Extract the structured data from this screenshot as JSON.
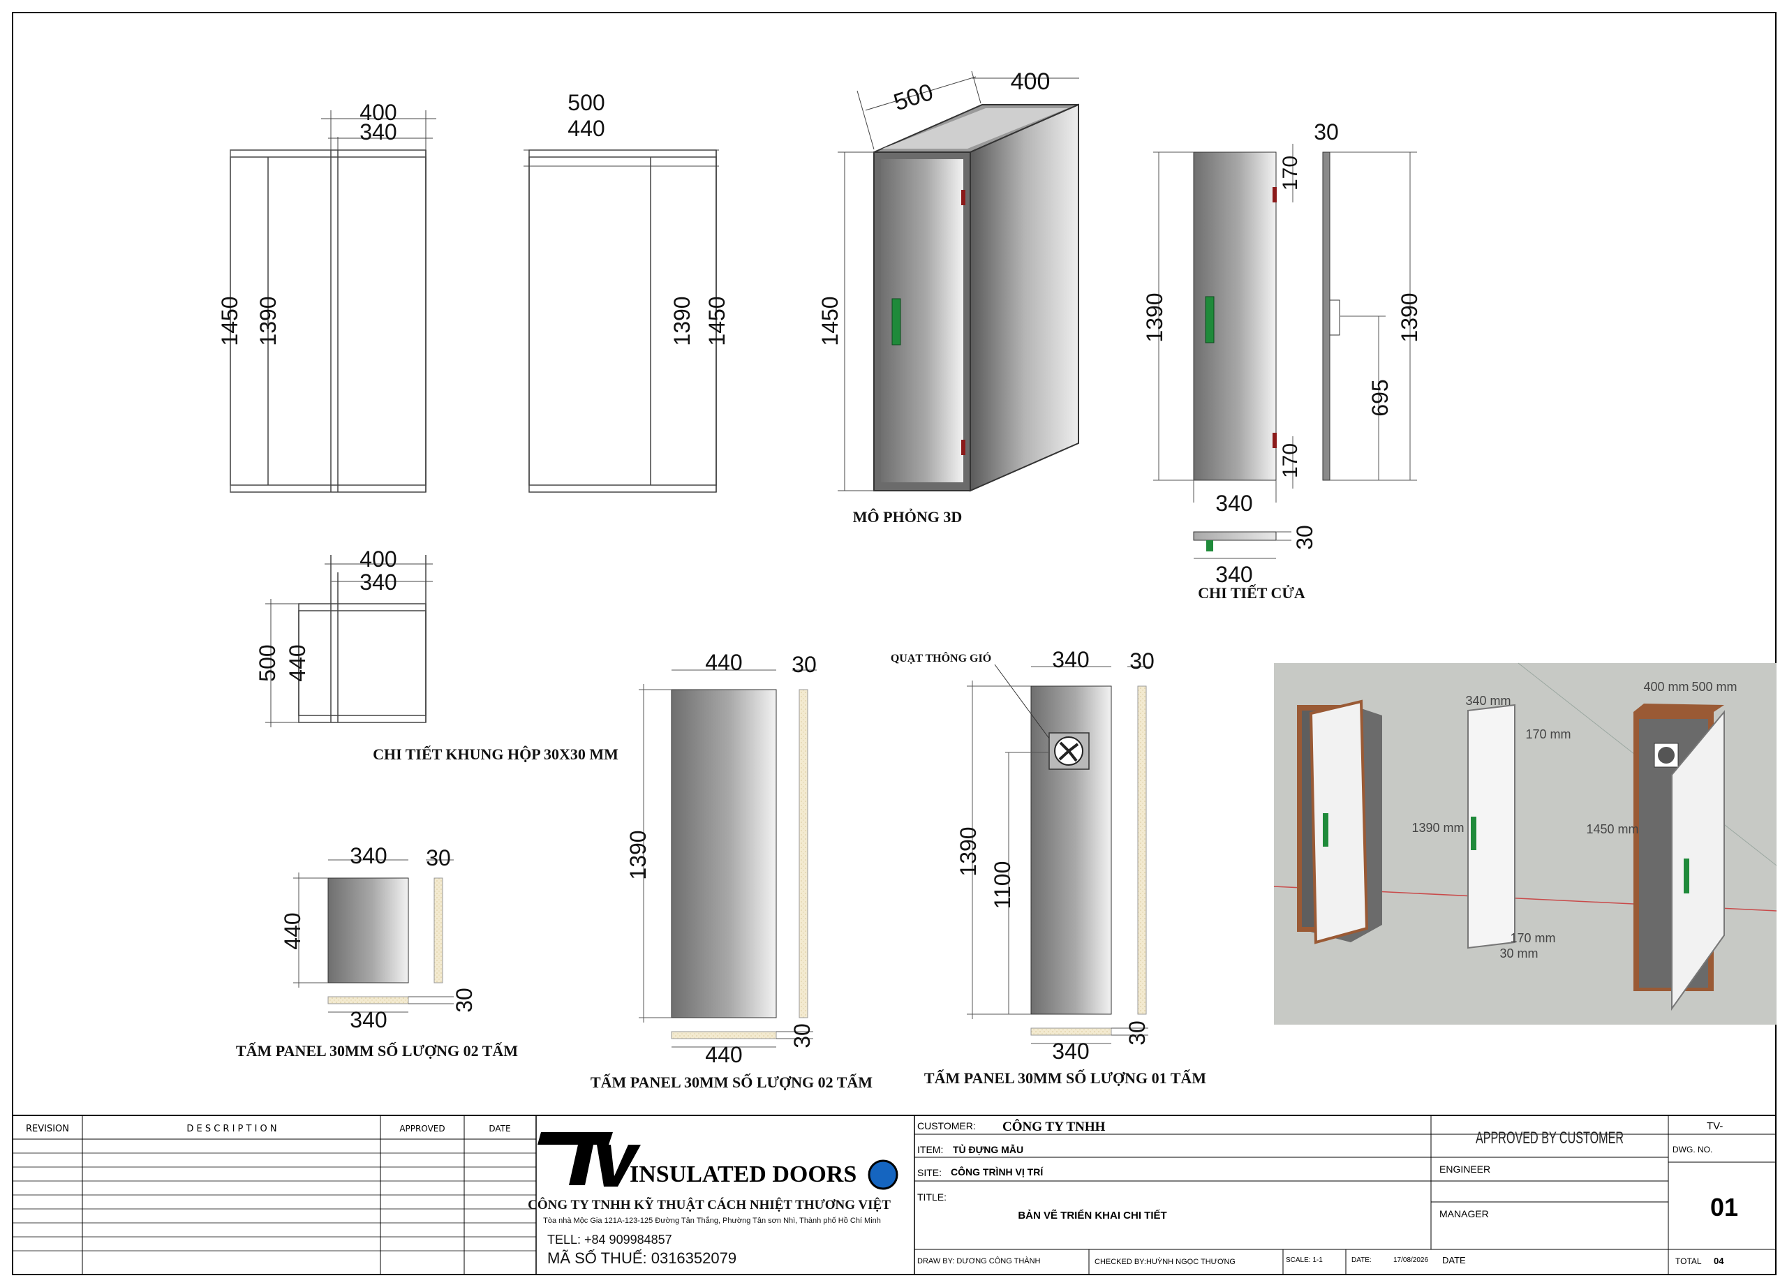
{
  "views": {
    "frame_front": {
      "w_outer": "400",
      "w_inner": "340",
      "h_outer": "1450",
      "h_inner": "1390"
    },
    "frame_side": {
      "w_outer": "500",
      "w_inner": "440",
      "h_inner": "1390",
      "h_outer": "1450"
    },
    "sim3d": {
      "depth": "500",
      "width": "400",
      "height": "1450",
      "caption": "MÔ PHỎNG 3D"
    },
    "door": {
      "thk": "30",
      "top": "170",
      "h": "1390",
      "mid": "695",
      "bottom": "170",
      "h2": "1390",
      "w": "340",
      "plan_thk": "30",
      "plan_w": "340",
      "caption": "CHI TIẾT CỬA"
    },
    "box_top": {
      "w_outer": "400",
      "w_inner": "340",
      "d_outer": "500",
      "d_inner": "440",
      "caption": "CHI TIẾT KHUNG HỘP 30X30 MM"
    },
    "panel_small": {
      "w": "340",
      "thk": "30",
      "h": "440",
      "plan_w": "340",
      "plan_thk": "30",
      "caption": "TẤM PANEL 30MM SỐ LƯỢNG 02 TẤM"
    },
    "panel_side": {
      "w": "440",
      "thk": "30",
      "h": "1390",
      "plan_w": "440",
      "plan_thk": "30",
      "caption": "TẤM PANEL 30MM SỐ LƯỢNG 02 TẤM"
    },
    "panel_back": {
      "w": "340",
      "thk": "30",
      "h": "1390",
      "fan_h": "1100",
      "plan_w": "340",
      "plan_thk": "30",
      "fan_label": "QUẠT THÔNG GIÓ",
      "caption": "TẤM PANEL 30MM SỐ LƯỢNG 01 TẤM"
    },
    "render": {
      "d1": "340 mm",
      "d2": "170 mm",
      "d3": "1390 mm",
      "d4": "170 mm",
      "d5": "30 mm",
      "d6": "400 mm",
      "d7": "500 mm",
      "d8": "1450 mm"
    }
  },
  "title_block": {
    "revision_header": "REVISION",
    "description_header": "D E S C R I P T I O N",
    "approved_header": "APPROVED",
    "date_header": "DATE",
    "logo_text": "INSULATED DOORS",
    "company": "CÔNG TY TNHH KỸ THUẬT CÁCH NHIỆT THƯƠNG VIỆT",
    "address": "Tòa nhà Mộc Gia 121A-123-125 Đường Tân Thắng, Phường Tân sơn Nhì, Thành phố Hồ Chí Minh",
    "tel": "TELL: +84 909984857",
    "tax": "MÃ SỐ THUẾ: 0316352079",
    "customer_label": "CUSTOMER:",
    "customer_value": "CÔNG TY TNHH",
    "item_label": "ITEM:",
    "item_value": "TỦ ĐỰNG MẪU",
    "site_label": "SITE:",
    "site_value": "CÔNG TRÌNH VỊ TRÍ",
    "title_label": "TITLE:",
    "title_value": "BẢN VẼ  TRIỂN KHAI CHI TIẾT",
    "draw_by": "DRAW BY: DƯƠNG CÔNG THÀNH",
    "checked_by": "CHECKED BY:HUỲNH NGỌC THƯƠNG",
    "scale": "SCALE: 1-1",
    "date_label": "DATE:",
    "date_value": "17/08/2026",
    "date2_label": "DATE",
    "approved_by_customer": "APPROVED BY CUSTOMER",
    "engineer": "ENGINEER",
    "manager": "MANAGER",
    "tv": "TV-",
    "dwg_no_label": "DWG. NO.",
    "dwg_no": "01",
    "total_label": "TOTAL",
    "total": "04"
  },
  "colors": {
    "line": "#333333",
    "door_handle": "#1f8a3a",
    "hinge": "#8b1a1a",
    "render_bg": "#c7c9c5",
    "wood": "#9a5a35"
  }
}
